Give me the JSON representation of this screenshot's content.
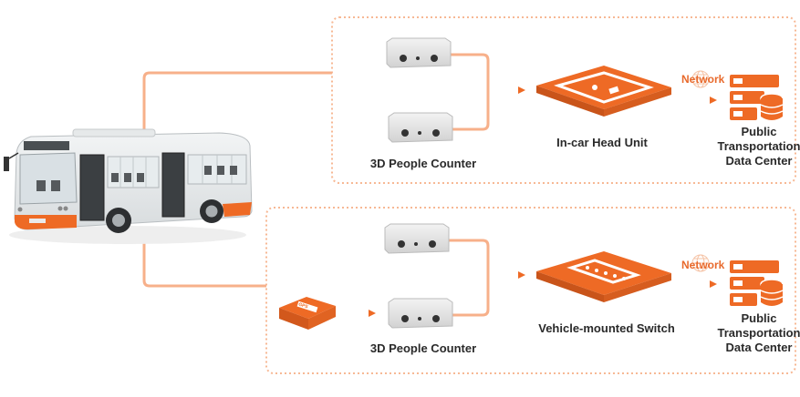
{
  "colors": {
    "accent": "#ee6a25",
    "accent_light": "#f8b896",
    "line": "#f7b08a",
    "text": "#2a2a2a"
  },
  "bus": {
    "icon": "city-bus-image"
  },
  "top_group": {
    "sensor_label": "3D People Counter",
    "hub_label": "In-car Head Unit",
    "network_label": "Network",
    "datacenter_lines": [
      "Public",
      "Transportation",
      "Data Center"
    ]
  },
  "bottom_group": {
    "gps_label": "GPS",
    "sensor_label": "3D People Counter",
    "hub_label": "Vehicle-mounted Switch",
    "network_label": "Network",
    "datacenter_lines": [
      "Public",
      "Transportation",
      "Data Center"
    ]
  }
}
